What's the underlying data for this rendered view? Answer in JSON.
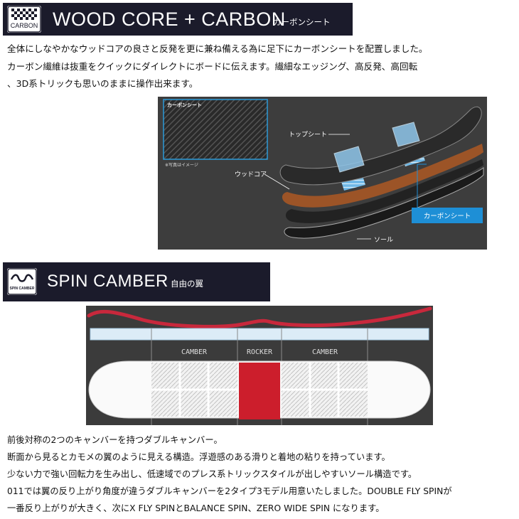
{
  "section1": {
    "logo_text": "CARBON",
    "title": "WOOD CORE + CARBON",
    "subtitle": "カーボンシート",
    "paragraph": [
      "全体にしなやかなウッドコアの良さと反発を更に兼ね備える為に足下にカーボンシートを配置しました。",
      "カーボン繊維は抜重をクイックにダイレクトにボードに伝えます。繊細なエッジング、高反発、高回転",
      "、3D系トリックも思いのままに操作出来ます。"
    ],
    "figure": {
      "inset_label": "カーボンシート",
      "inset_note": "※写真はイメージ",
      "label_top_sheet": "トップシート",
      "label_wood_core": "ウッドコア",
      "label_carbon_sheet": "カーボンシート",
      "label_sole": "ソール"
    }
  },
  "section2": {
    "logo_text": "SPIN CAMBER",
    "title": "SPIN CAMBER",
    "subtitle": "自由の翼",
    "figure": {
      "label_camber_left": "CAMBER",
      "label_rocker": "ROCKER",
      "label_camber_right": "CAMBER"
    },
    "paragraph": [
      "前後対称の2つのキャンバーを持つダブルキャンバー。",
      "断面から見るとカモメの翼のように見える構造。浮遊感のある滑りと着地の粘りを持っています。",
      "少ない力で強い回転力を生み出し、低速域でのプレス系トリックスタイルが出しやすいソール構造です。",
      "011では翼の反り上がり角度が違うダブルキャンバーを2タイプ3モデル用意いたしました。DOUBLE FLY SPINが",
      "一番反り上がりが大きく、次にX FLY SPINとBALANCE SPIN、ZERO WIDE SPIN になります。"
    ]
  },
  "colors": {
    "banner": "#1b1b2b",
    "wood_core": "#9c5427",
    "carbon_blue": "#1e8fd6",
    "rocker_red": "#cc1e2c",
    "camber_line": "#c8283c",
    "diagram_bg": "#3b3b3b"
  }
}
